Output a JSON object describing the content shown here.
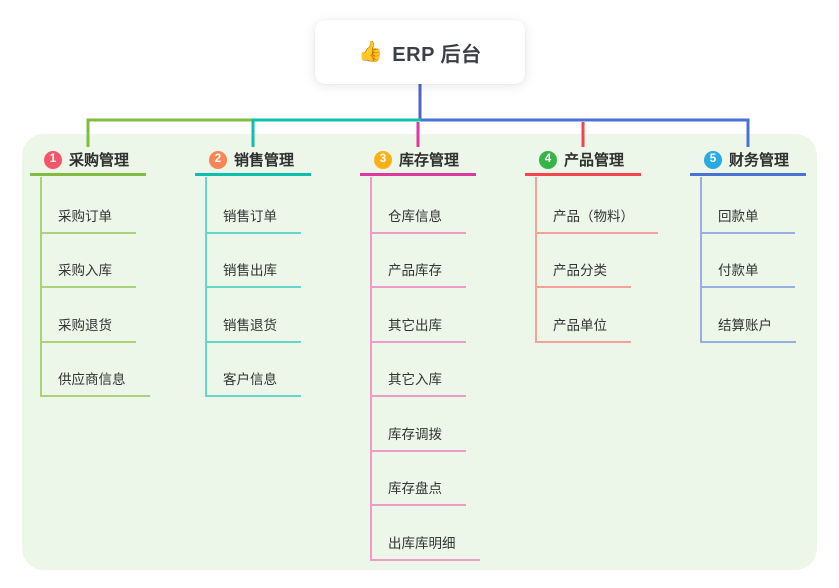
{
  "root": {
    "emoji": "👍",
    "title": "ERP 后台"
  },
  "connectors": {
    "trunk_color": "#4f63cf"
  },
  "canvas": {
    "background": "#ffffff",
    "panel_background": "#ecf6e9"
  },
  "branches": [
    {
      "number": "1",
      "title": "采购管理",
      "badge_color": "#f2566a",
      "line_color": "#82bc3f",
      "child_line_color": "#a9d37b",
      "children": [
        "采购订单",
        "采购入库",
        "采购退货",
        "供应商信息"
      ]
    },
    {
      "number": "2",
      "title": "销售管理",
      "badge_color": "#f98456",
      "line_color": "#0fbfae",
      "child_line_color": "#66d6c8",
      "children": [
        "销售订单",
        "销售出库",
        "销售退货",
        "客户信息"
      ]
    },
    {
      "number": "3",
      "title": "库存管理",
      "badge_color": "#fbb017",
      "line_color": "#dd3a9f",
      "child_line_color": "#ef9bca",
      "children": [
        "仓库信息",
        "产品库存",
        "其它出库",
        "其它入库",
        "库存调拨",
        "库存盘点",
        "出库库明细"
      ]
    },
    {
      "number": "4",
      "title": "产品管理",
      "badge_color": "#35b44a",
      "line_color": "#f2454e",
      "child_line_color": "#f8a19b",
      "children": [
        "产品（物料）",
        "产品分类",
        "产品单位"
      ]
    },
    {
      "number": "5",
      "title": "财务管理",
      "badge_color": "#2aaae2",
      "line_color": "#4a72d4",
      "child_line_color": "#98aede",
      "children": [
        "回款单",
        "付款单",
        "结算账户"
      ]
    }
  ]
}
